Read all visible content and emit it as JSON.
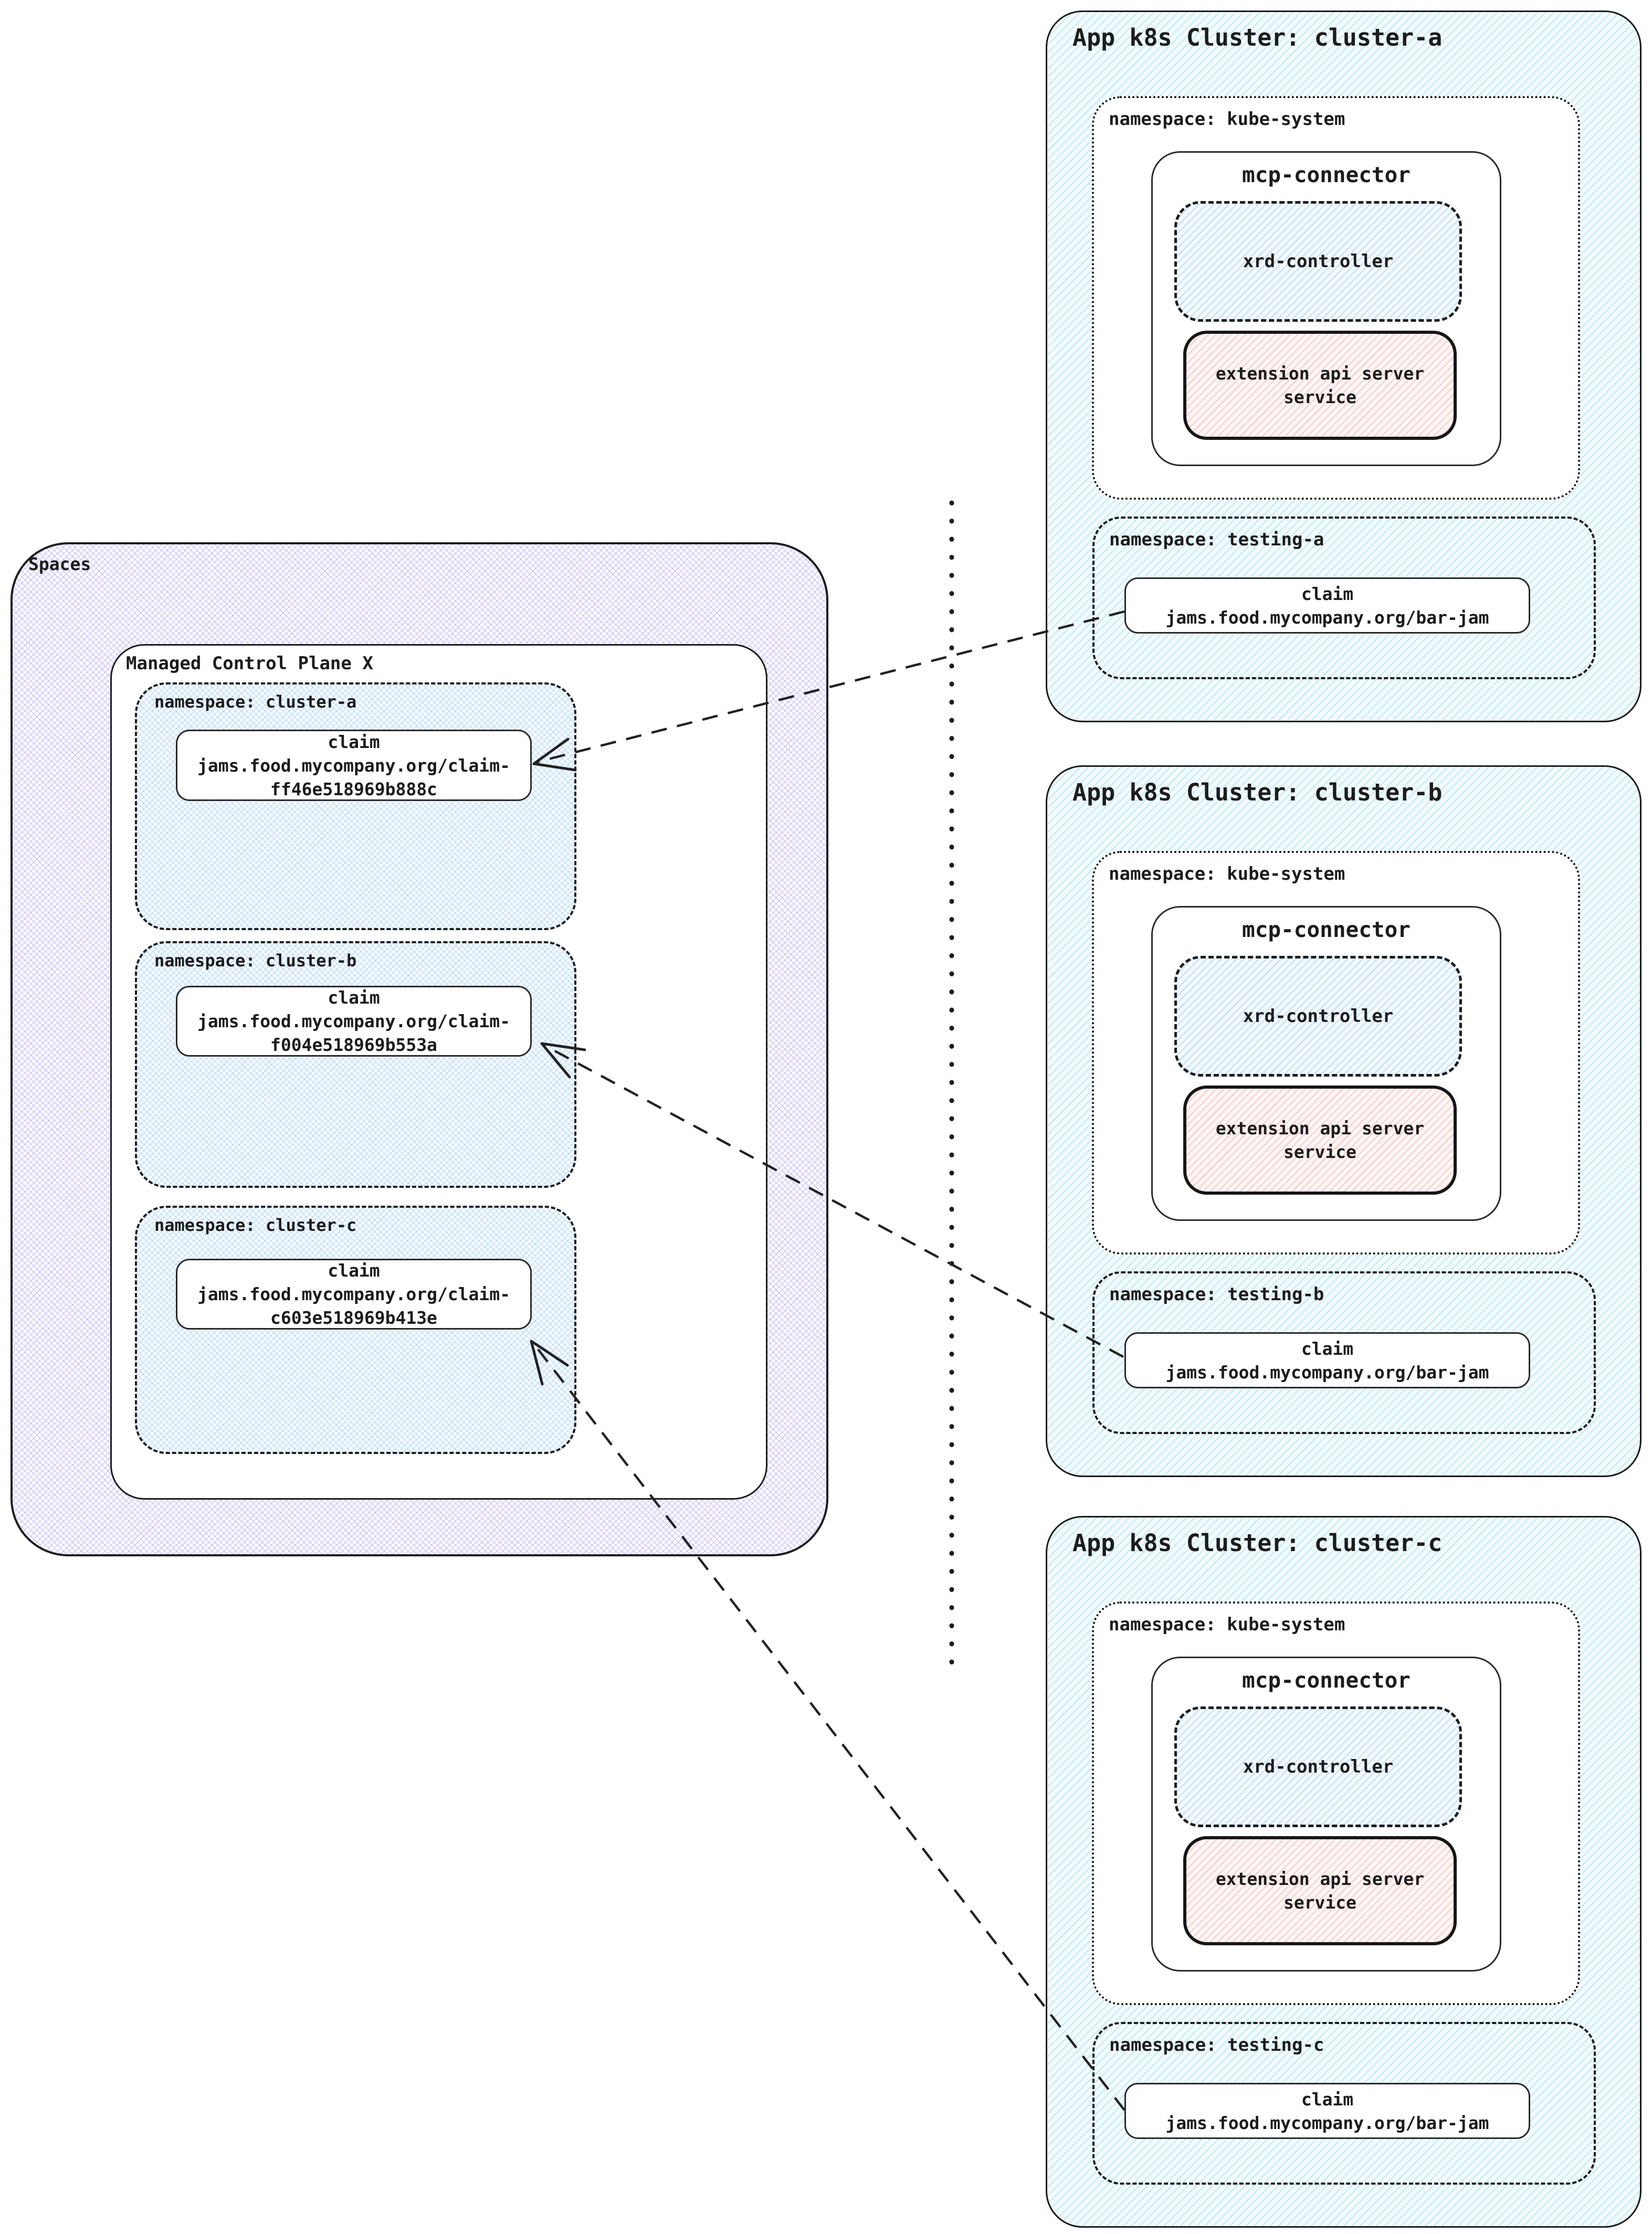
{
  "spaces_panel": {
    "title": "Spaces",
    "control_plane": {
      "title": "Managed Control Plane X",
      "namespaces": [
        {
          "label": "namespace: cluster-a",
          "claim": {
            "line1": "claim",
            "line2": "jams.food.mycompany.org/claim-",
            "line3": "ff46e518969b888c"
          }
        },
        {
          "label": "namespace: cluster-b",
          "claim": {
            "line1": "claim",
            "line2": "jams.food.mycompany.org/claim-",
            "line3": "f004e518969b553a"
          }
        },
        {
          "label": "namespace: cluster-c",
          "claim": {
            "line1": "claim",
            "line2": "jams.food.mycompany.org/claim-",
            "line3": "c603e518969b413e"
          }
        }
      ]
    }
  },
  "clusters": [
    {
      "title": "App k8s Cluster: cluster-a",
      "kube_namespace": {
        "label": "namespace: kube-system",
        "mcp_connector": {
          "title": "mcp-connector",
          "xrd_controller": "xrd-controller",
          "extension_service": {
            "line1": "extension api server",
            "line2": "service"
          }
        }
      },
      "testing_namespace": {
        "label": "namespace: testing-a",
        "claim": {
          "line1": "claim",
          "line2": "jams.food.mycompany.org/bar-jam"
        }
      }
    },
    {
      "title": "App k8s Cluster: cluster-b",
      "kube_namespace": {
        "label": "namespace: kube-system",
        "mcp_connector": {
          "title": "mcp-connector",
          "xrd_controller": "xrd-controller",
          "extension_service": {
            "line1": "extension api server",
            "line2": "service"
          }
        }
      },
      "testing_namespace": {
        "label": "namespace: testing-b",
        "claim": {
          "line1": "claim",
          "line2": "jams.food.mycompany.org/bar-jam"
        }
      }
    },
    {
      "title": "App k8s Cluster: cluster-c",
      "kube_namespace": {
        "label": "namespace: kube-system",
        "mcp_connector": {
          "title": "mcp-connector",
          "xrd_controller": "xrd-controller",
          "extension_service": {
            "line1": "extension api server",
            "line2": "service"
          }
        }
      },
      "testing_namespace": {
        "label": "namespace: testing-c",
        "claim": {
          "line1": "claim",
          "line2": "jams.food.mycompany.org/bar-jam"
        }
      }
    }
  ],
  "connectors": {
    "divider": "dotted vertical separator between control plane and app clusters",
    "arrows": [
      {
        "from": "cluster-a / testing-a / claim bar-jam",
        "to": "Managed Control Plane X / cluster-a / claim"
      },
      {
        "from": "cluster-b / testing-b / claim bar-jam",
        "to": "Managed Control Plane X / cluster-b / claim"
      },
      {
        "from": "cluster-c / testing-c / claim bar-jam",
        "to": "Managed Control Plane X / cluster-c / claim"
      }
    ]
  },
  "colors": {
    "border": "#1c1c1c",
    "cluster_hatch": "#4dbfdb",
    "spaces_hatch": "#8b73ed",
    "namespace_hatch": "#60aaeb",
    "xrd_hatch": "#60aaeb",
    "extension_hatch": "#eb786e"
  }
}
